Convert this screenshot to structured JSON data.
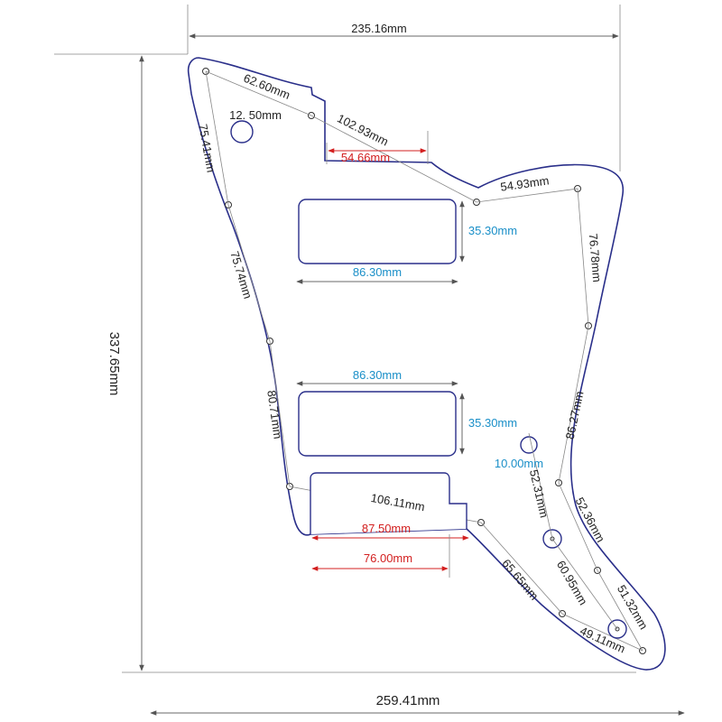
{
  "colors": {
    "outline": "#2a2f8a",
    "text": "#222222",
    "red": "#d32020",
    "blue": "#1a8fc8",
    "guide": "#888888"
  },
  "overall": {
    "top_width": "235.16mm",
    "height": "337.65mm",
    "bottom_width": "259.41mm"
  },
  "perimeter": {
    "p1": "62.60mm",
    "p2": "102.93mm",
    "p3": "54.93mm",
    "p4": "76.78mm",
    "p5": "86.27mm",
    "p6": "52.36mm",
    "p7": "51.32mm",
    "p8": "49.11mm",
    "p9": "65.65mm",
    "p10": "106.11mm",
    "p11": "80.71mm",
    "p12": "75.74mm",
    "p13": "75.41mm"
  },
  "inner": {
    "top_hole": "12. 50mm",
    "neck_cut": "54.66mm",
    "pickup1_width": "86.30mm",
    "pickup1_height": "35.30mm",
    "pickup2_width": "86.30mm",
    "pickup2_height": "35.30mm",
    "knob_hole": "10.00mm",
    "knob_dist": "52.31mm",
    "pot_dist": "60.95mm",
    "bridge_width": "87.50mm",
    "bridge_inner_width": "76.00mm"
  }
}
